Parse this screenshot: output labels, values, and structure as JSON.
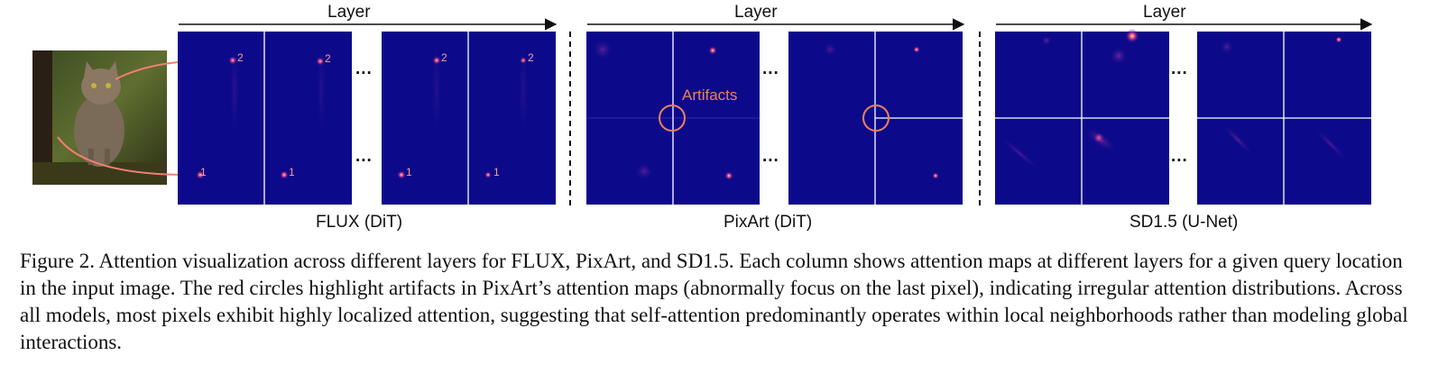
{
  "figure": {
    "axis_label": "Layer",
    "groups": [
      {
        "label": "FLUX (DiT)"
      },
      {
        "label": "PixArt (DiT)"
      },
      {
        "label": "SD1.5 (U-Net)"
      }
    ],
    "annotation": "Artifacts",
    "query_markers": [
      "1",
      "2"
    ],
    "ellipsis": "...",
    "colors": {
      "map_background": "#0c0a8a",
      "arrow": "#f08070",
      "marker_text": "#f4a08a",
      "annotation": "#ee8060",
      "grid_line": "#ffffff"
    }
  },
  "caption": {
    "label": "Figure 2.",
    "text": "Attention visualization across different layers for FLUX, PixArt, and SD1.5. Each column shows attention maps at different layers for a given query location in the input image. The red circles highlight artifacts in PixArt’s attention maps (abnormally focus on the last pixel), indicating irregular attention distributions. Across all models, most pixels exhibit highly localized attention, suggesting that self-attention predominantly operates within local neighborhoods rather than modeling global interactions."
  }
}
